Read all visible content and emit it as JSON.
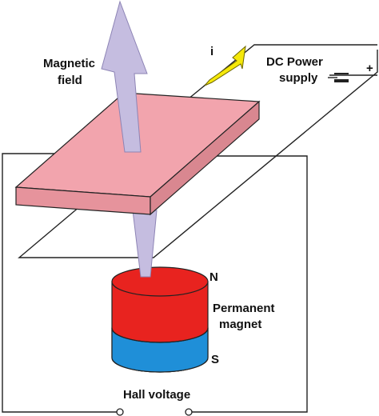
{
  "labels": {
    "magnetic_field_line1": "Magnetic",
    "magnetic_field_line2": "field",
    "current": "i",
    "dc_power_line1": "DC Power",
    "dc_power_line2": "supply",
    "plus": "+",
    "north": "N",
    "south": "S",
    "permanent_magnet_line1": "Permanent",
    "permanent_magnet_line2": "magnet",
    "hall_voltage": "Hall voltage"
  },
  "colors": {
    "plate_top": "#f2a4ad",
    "plate_front": "#e6939c",
    "plate_side": "#d98790",
    "field_arrow": "#c5bde0",
    "magnet_north": "#e8231f",
    "magnet_south": "#1f8fd8",
    "current_arrow": "#f5e80a",
    "wire": "#222222"
  }
}
